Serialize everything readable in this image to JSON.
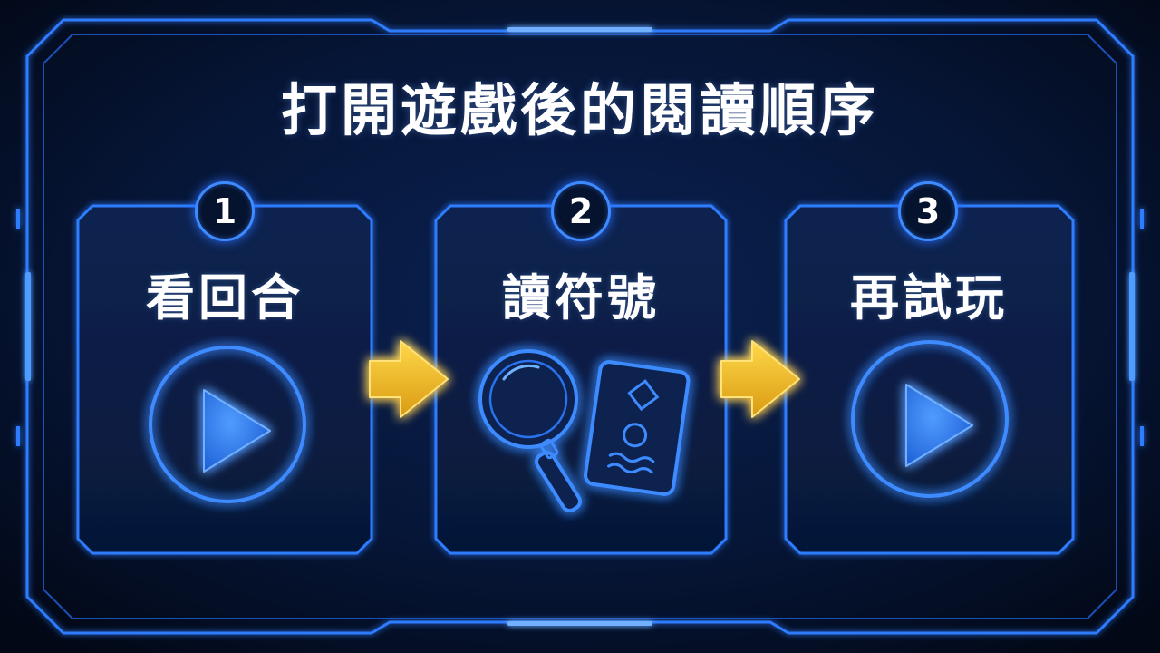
{
  "title": "打開遊戲後的閱讀順序",
  "steps": [
    {
      "number": "1",
      "label": "看回合",
      "icon": "play-icon"
    },
    {
      "number": "2",
      "label": "讀符號",
      "icon": "magnifier-card-icon"
    },
    {
      "number": "3",
      "label": "再試玩",
      "icon": "play-icon"
    }
  ],
  "arrow_icon": "arrow-right-icon",
  "colors": {
    "background": "#030a1c",
    "panel": "#071a3f",
    "neon_blue": "#2d7bff",
    "neon_light": "#6fb0ff",
    "arrow": "#f5c02a",
    "text": "#ffffff"
  }
}
